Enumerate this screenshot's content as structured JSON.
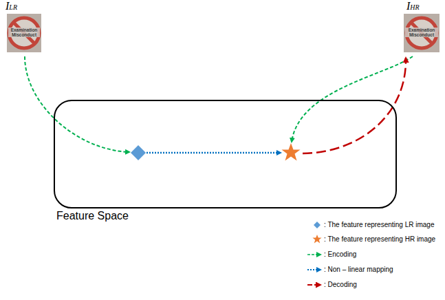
{
  "diagram": {
    "nodes": [
      {
        "text": [
          "Feature Space"
        ]
      }
    ],
    "labels": [
      "ILR",
      "IHR",
      "Examination Misconduct",
      "Examination Misconduct"
    ],
    "legend": [
      {
        "text": ": The feature representing LR image"
      },
      {
        "text": ": The feature representing HR image"
      },
      {
        "text": ": Encoding"
      },
      {
        "text": ": Non – linear mapping"
      },
      {
        "text": ": Decoding"
      }
    ]
  }
}
